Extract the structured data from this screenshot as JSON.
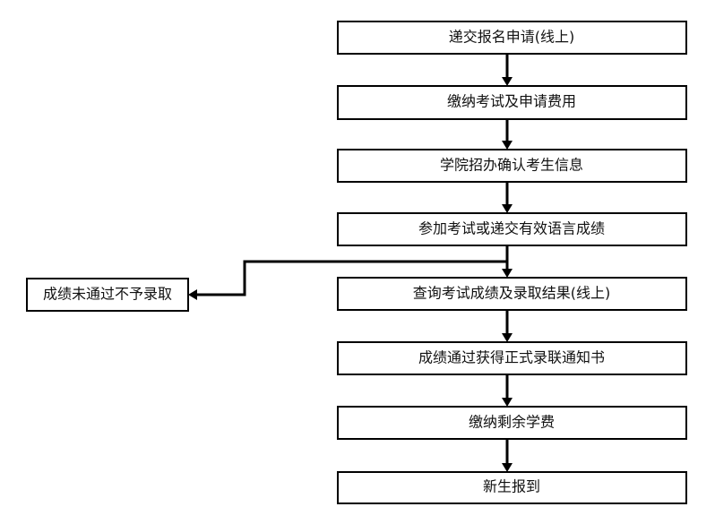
{
  "flowchart": {
    "steps": [
      "递交报名申请(线上)",
      "缴纳考试及申请费用",
      "学院招办确认考生信息",
      "参加考试或递交有效语言成绩",
      "查询考试成绩及录取结果(线上)",
      "成绩通过获得正式录联通知书",
      "缴纳剩余学费",
      "新生报到"
    ],
    "rejection": "成绩未通过不予录取"
  }
}
